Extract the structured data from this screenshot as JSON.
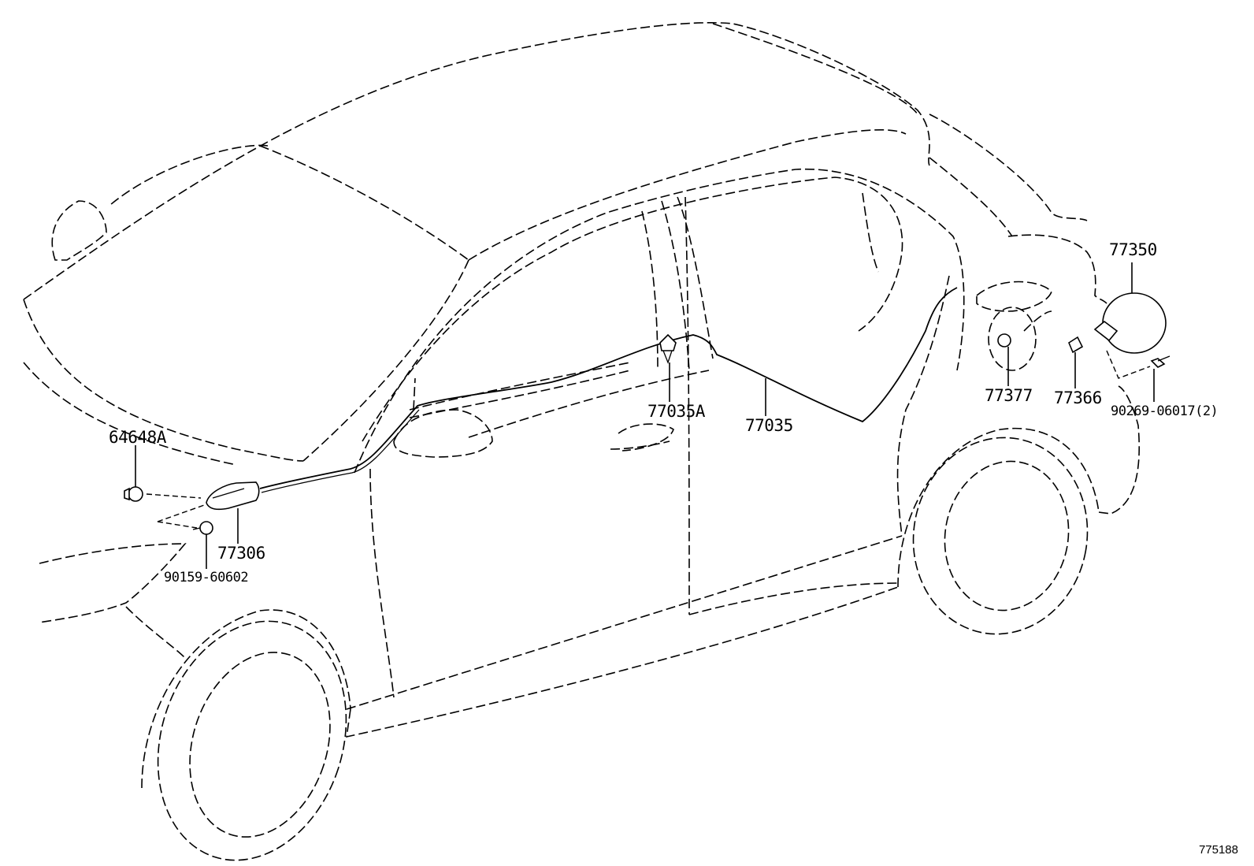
{
  "diagram": {
    "parts": {
      "p64648A": "64648A",
      "p77306": "77306",
      "p90159_60602": "90159-60602",
      "p77035A": "77035A",
      "p77035": "77035",
      "p77350": "77350",
      "p77377": "77377",
      "p77366": "77366",
      "p90269_06017": "90269-06017(2)"
    },
    "figure_id": "775188"
  }
}
